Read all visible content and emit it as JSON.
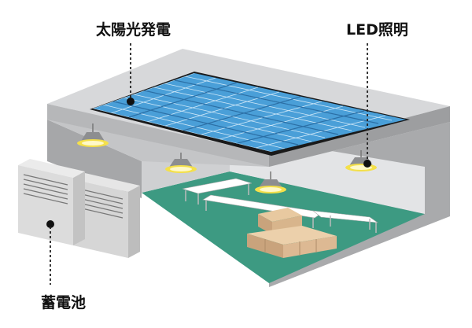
{
  "labels": {
    "solar": "太陽光発電",
    "led": "LED照明",
    "battery": "蓄電池"
  },
  "colors": {
    "panel": "#4a9fd8",
    "floor": "#3d9a82",
    "wall": "#b8b9bb",
    "light_glow": "#f4e04a"
  }
}
